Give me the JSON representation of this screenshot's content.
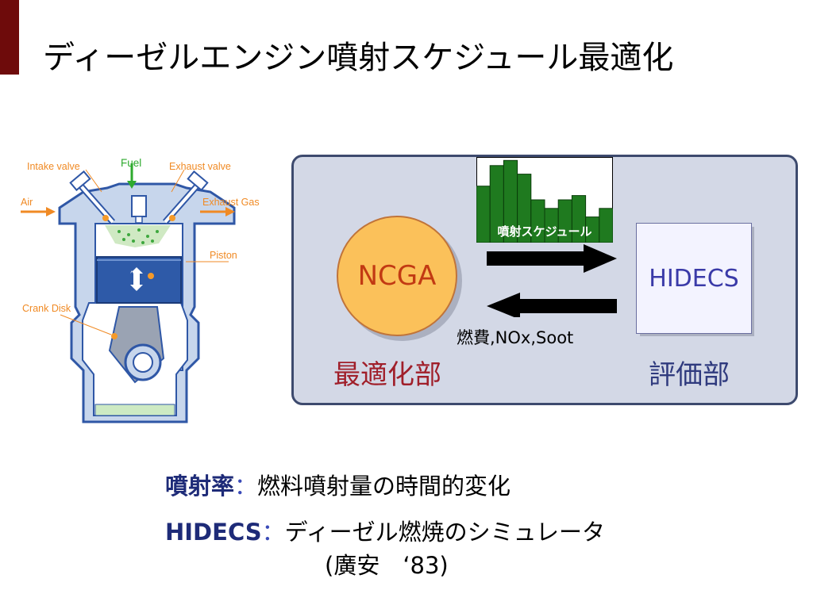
{
  "slide": {
    "title": "ディーゼルエンジン噴射スケジュール最適化"
  },
  "engine_diagram": {
    "intake_valve": "Intake valve",
    "fuel": "Fuel",
    "exhaust_valve": "Exhaust valve",
    "air": "Air",
    "exhaust_gas": "Exhaust Gas",
    "piston": "Piston",
    "crank_disk": "Crank Disk"
  },
  "flow": {
    "schedule_label": "噴射スケジュール",
    "ncga_label": "NCGA",
    "hidecs_label": "HIDECS",
    "feedback_label": "燃費,NOx,Soot",
    "optimizer_label": "最適化部",
    "evaluator_label": "評価部"
  },
  "chart_data": {
    "type": "bar",
    "values": [
      0.66,
      0.9,
      0.96,
      0.8,
      0.5,
      0.4,
      0.5,
      0.55,
      0.3,
      0.4
    ],
    "ylim": [
      0,
      1
    ]
  },
  "definitions": [
    {
      "term": "噴射率",
      "separator": "：",
      "text": "燃料噴射量の時間的変化"
    },
    {
      "term": "HIDECS",
      "separator": "：",
      "text": "ディーゼル燃焼のシミュレータ"
    }
  ],
  "citation": "(廣安　‘83)",
  "colors": {
    "accent": "#6e0b0b",
    "chart_bar": "#1f7a1f",
    "ncga_fill": "#fbc15a",
    "panel_fill": "#d3d8e6"
  }
}
